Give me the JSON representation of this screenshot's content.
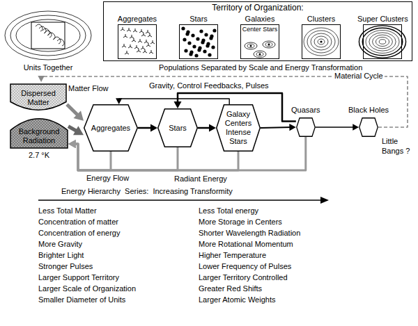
{
  "diagram": {
    "nodes": [
      {
        "text": [
          "Units Together"
        ]
      },
      {
        "text": [
          "Territory of Organization:"
        ]
      },
      {
        "text": [
          "Aggregates"
        ],
        "in": 1
      },
      {
        "text": [
          "Stars"
        ],
        "in": 1
      },
      {
        "text": [
          "Galaxies",
          "Center Stars"
        ],
        "in": 1
      },
      {
        "text": [
          "Clusters"
        ],
        "in": 1
      },
      {
        "text": [
          "Super Clusters"
        ],
        "in": 1
      },
      {
        "text": [
          "Dispersed Matter"
        ]
      },
      {
        "text": [
          "Background Radiation",
          "2.7 °K"
        ]
      },
      {
        "text": [
          "Aggregates"
        ]
      },
      {
        "text": [
          "Stars"
        ]
      },
      {
        "text": [
          "Galaxy Centers Intense Stars"
        ]
      },
      {
        "text": [
          "Quasars"
        ]
      },
      {
        "text": [
          "Black Holes"
        ]
      }
    ],
    "edges": [
      {
        "from": 7,
        "to": 9,
        "label": "Matter Flow",
        "arrow": "to"
      },
      {
        "from": 8,
        "to": 9,
        "label": "Energy Flow",
        "arrow": "to"
      },
      {
        "from": 9,
        "to": 10,
        "arrow": "to"
      },
      {
        "from": 10,
        "to": 11,
        "arrow": "to"
      },
      {
        "from": 11,
        "to": 12,
        "arrow": "to"
      },
      {
        "from": 12,
        "to": 13,
        "arrow": "to"
      },
      {
        "from": 13,
        "to": 7,
        "label": "Material Cycle",
        "arrow": "to"
      },
      {
        "from": 12,
        "to": 10,
        "label": "Gravity, Control Feedbacks, Pulses",
        "arrow": "to"
      },
      {
        "from": 11,
        "to": 9,
        "arrow": "to"
      },
      {
        "from": 9,
        "to": 8,
        "arrow": "to"
      },
      {
        "from": 10,
        "to": 8,
        "arrow": "to"
      },
      {
        "from": 11,
        "to": 8,
        "arrow": "to"
      },
      {
        "from": 12,
        "to": 8,
        "arrow": "to"
      }
    ],
    "labels": [
      "Populations Separated by Scale and Energy Transformation",
      "Little Bangs ?",
      "Radiant Energy",
      "Energy Hierarchy  Series:  Increasing Transformity",
      "Less Total Matter",
      "Concentration of matter",
      "Concentration of energy",
      "More Gravity",
      "Brighter Light",
      "Stronger Pulses",
      "Larger Support Territory",
      "Larger Scale of Organization",
      "Smaller Diameter of Units",
      "Less Total energy",
      "More Storage in Centers",
      "Shorter Wavelength Radiation",
      "More Rotational Momentum",
      "Higher Temperature",
      "Lower Frequency of Pulses",
      "Larger Territory Controlled",
      "Greater Red Shifts",
      "Larger Atomic Weights"
    ]
  }
}
